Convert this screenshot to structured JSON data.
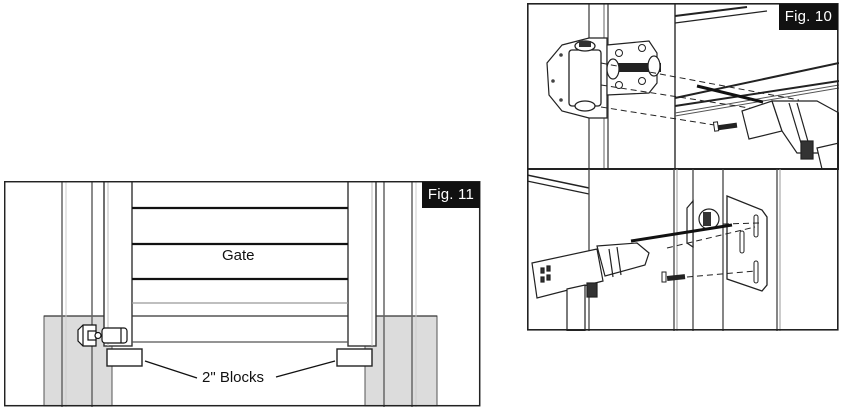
{
  "figures": [
    {
      "id": "fig-11",
      "label": "Fig. 11",
      "callouts": {
        "gate": "Gate",
        "blocks": "2\" Blocks"
      }
    },
    {
      "id": "fig-10",
      "label": "Fig. 10",
      "steps": [
        {
          "description": "Hinge attached to post, screws driven into gate rail with drill"
        },
        {
          "description": "Hinge bracket attached to gate frame with drill and screws"
        }
      ]
    }
  ],
  "colors": {
    "line": "#222222",
    "pavement": "#d9d9d9",
    "label_bg": "#111111",
    "label_text": "#ffffff"
  }
}
